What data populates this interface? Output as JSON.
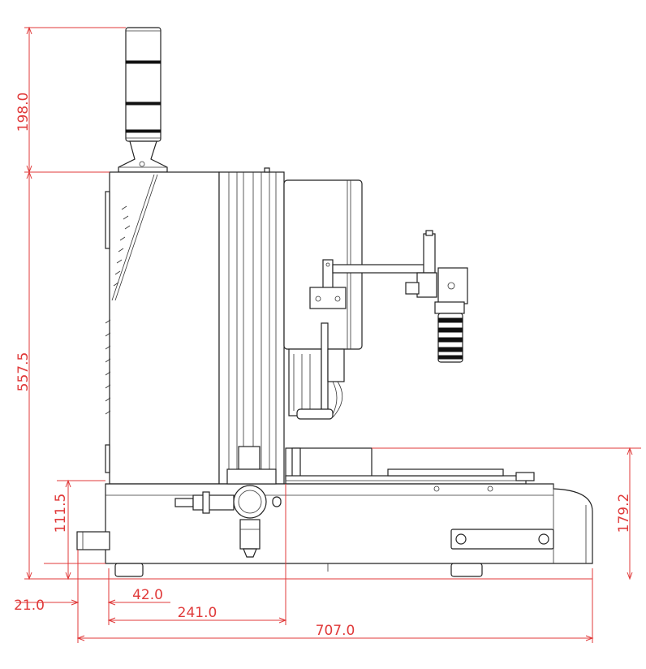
{
  "dimensions": {
    "tower_height": "198.0",
    "machine_height": "557.5",
    "base_height": "111.5",
    "table_height": "179.2",
    "foot_offset": "21.0",
    "left_inset": "42.0",
    "column_offset": "241.0",
    "total_width": "707.0"
  },
  "colors": {
    "dimension": "#e03a3a",
    "outline": "#222222"
  }
}
